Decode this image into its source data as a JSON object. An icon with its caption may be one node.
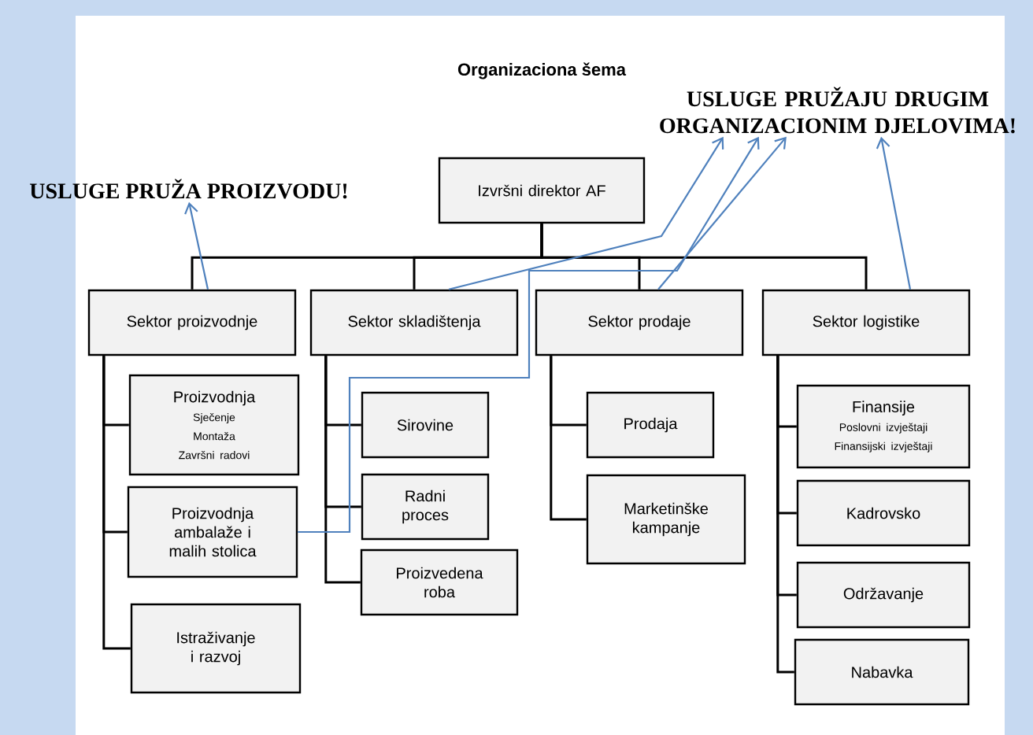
{
  "diagram": {
    "title": "Organizaciona šema",
    "nodes": [
      {
        "text": [
          "Izvršni direktor AF"
        ]
      },
      {
        "text": [
          "Sektor proizvodnje"
        ]
      },
      {
        "text": [
          "Sektor skladištenja"
        ]
      },
      {
        "text": [
          "Sektor prodaje"
        ]
      },
      {
        "text": [
          "Sektor logistike"
        ]
      },
      {
        "text": [
          "Proizvodnja",
          "Sječenje",
          "Montaža",
          "Završni radovi"
        ]
      },
      {
        "text": [
          "Proizvodnja ambalaže i malih stolica"
        ]
      },
      {
        "text": [
          "Istraživanje i razvoj"
        ]
      },
      {
        "text": [
          "Sirovine"
        ]
      },
      {
        "text": [
          "Radni proces"
        ]
      },
      {
        "text": [
          "Proizvedena roba"
        ]
      },
      {
        "text": [
          "Prodaja"
        ]
      },
      {
        "text": [
          "Marketinške kampanje"
        ]
      },
      {
        "text": [
          "Finansije",
          "Poslovni izvještaji",
          "Finansijski izvještaji"
        ]
      },
      {
        "text": [
          "Kadrovsko"
        ]
      },
      {
        "text": [
          "Održavanje"
        ]
      },
      {
        "text": [
          "Nabavka"
        ]
      },
      {
        "text": [
          "USLUGE PRUŽA PROIZVODU!"
        ]
      },
      {
        "text": [
          "USLUGE PRUŽAJU DRUGIM ORGANIZACIONIM DJELOVIMA!"
        ]
      }
    ],
    "edges": [
      {
        "from": 0,
        "to": 1,
        "arrow": "none"
      },
      {
        "from": 0,
        "to": 2,
        "arrow": "none"
      },
      {
        "from": 0,
        "to": 3,
        "arrow": "none"
      },
      {
        "from": 0,
        "to": 4,
        "arrow": "none"
      },
      {
        "from": 1,
        "to": 5,
        "arrow": "none"
      },
      {
        "from": 1,
        "to": 6,
        "arrow": "none"
      },
      {
        "from": 1,
        "to": 7,
        "arrow": "none"
      },
      {
        "from": 2,
        "to": 8,
        "arrow": "none"
      },
      {
        "from": 2,
        "to": 9,
        "arrow": "none"
      },
      {
        "from": 2,
        "to": 10,
        "arrow": "none"
      },
      {
        "from": 3,
        "to": 11,
        "arrow": "none"
      },
      {
        "from": 3,
        "to": 12,
        "arrow": "none"
      },
      {
        "from": 4,
        "to": 13,
        "arrow": "none"
      },
      {
        "from": 4,
        "to": 14,
        "arrow": "none"
      },
      {
        "from": 4,
        "to": 15,
        "arrow": "none"
      },
      {
        "from": 4,
        "to": 16,
        "arrow": "none"
      },
      {
        "from": 1,
        "to": 17,
        "arrow": "to",
        "color": "#4f81bd"
      },
      {
        "from": 2,
        "to": 18,
        "arrow": "to",
        "color": "#4f81bd"
      },
      {
        "from": 6,
        "to": 18,
        "arrow": "to",
        "color": "#4f81bd"
      },
      {
        "from": 3,
        "to": 18,
        "arrow": "to",
        "color": "#4f81bd"
      },
      {
        "from": 4,
        "to": 18,
        "arrow": "to",
        "color": "#4f81bd"
      }
    ]
  }
}
